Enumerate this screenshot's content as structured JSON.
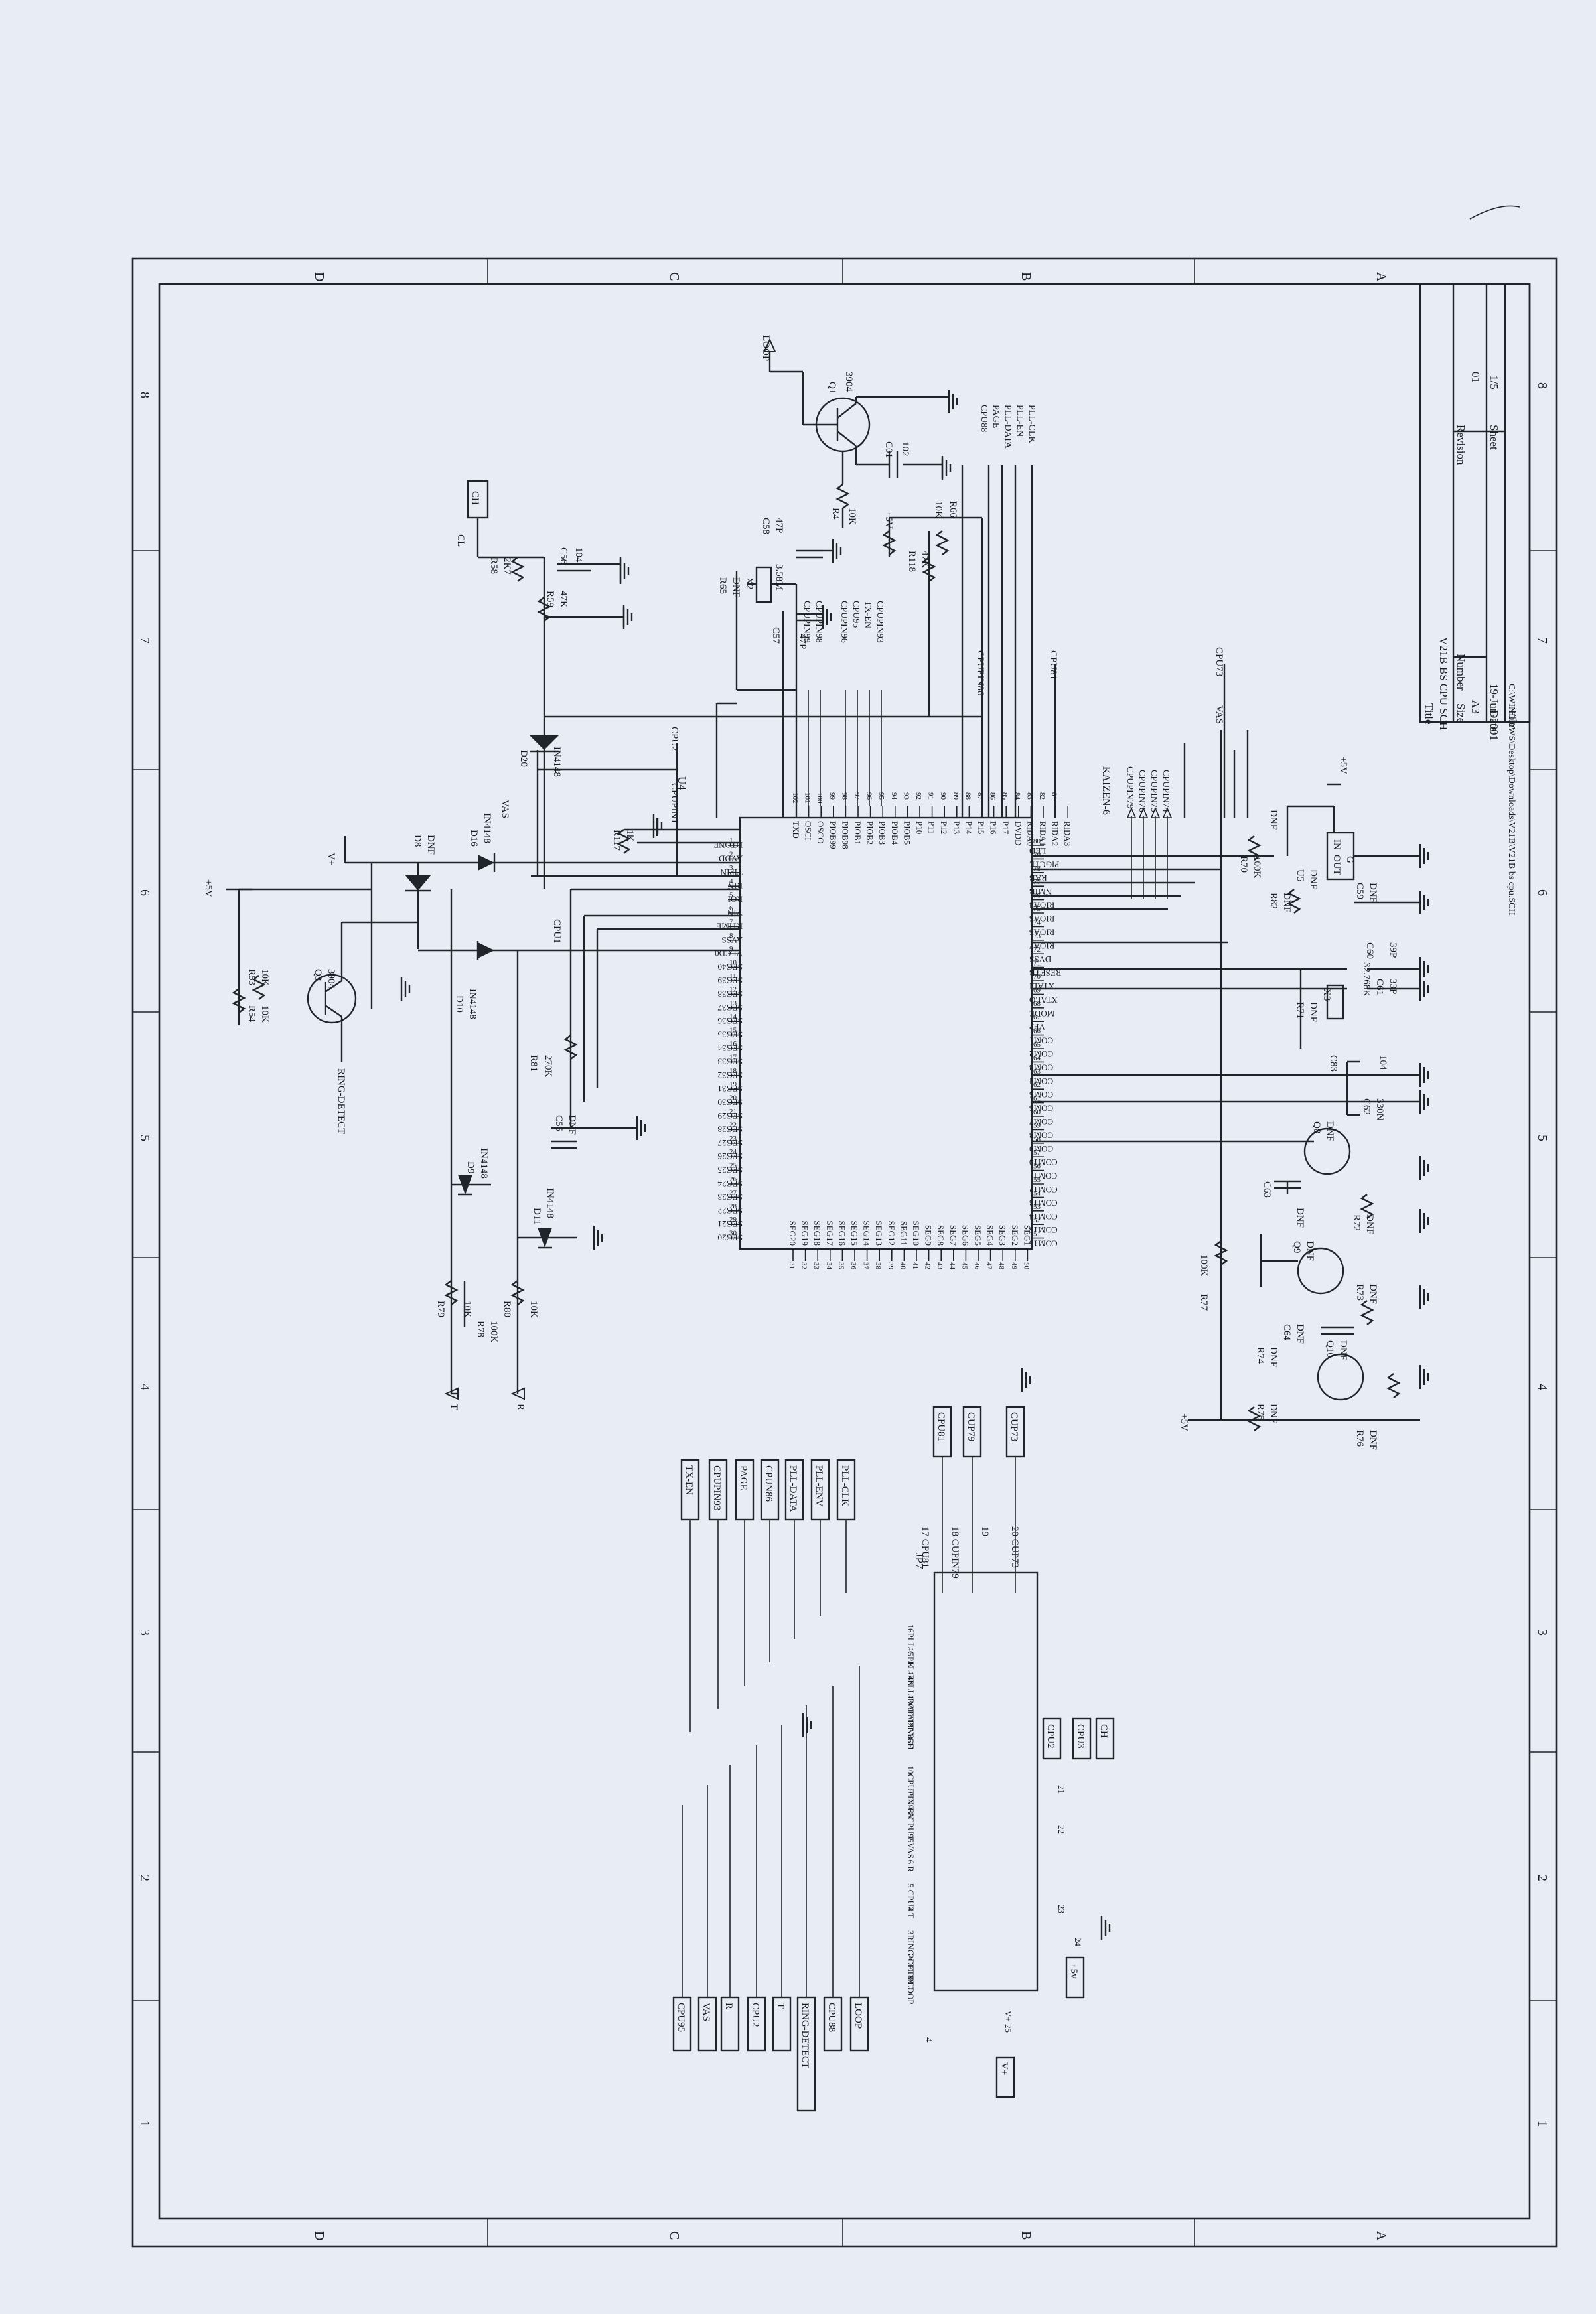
{
  "title_block": {
    "title_label": "Title",
    "title": "V21B BS CPU SCH",
    "size_label": "Size",
    "size": "A3",
    "number_label": "Number",
    "revision_label": "Revision",
    "revision": "01",
    "date_label": "Date:",
    "date": "19-Jun-2001",
    "sheet_label": "Sheet",
    "sheet": "1/5",
    "file_label": "File:",
    "file": "C:\\WINDOWS\\Desktop\\Downloads\\V21B\\V21B bs cpu.SCH"
  },
  "frame": {
    "columns": [
      "1",
      "2",
      "3",
      "4",
      "5",
      "6",
      "7",
      "8"
    ],
    "rows": [
      "D",
      "C",
      "B",
      "A"
    ]
  },
  "mcu": {
    "ref": "U4",
    "name": "KAIZEN-6",
    "left_pins": [
      {
        "n": "1",
        "name": "DTONE"
      },
      {
        "n": "2",
        "name": "AVDD"
      },
      {
        "n": "3",
        "name": "TIPIN"
      },
      {
        "n": "4",
        "name": "RIN"
      },
      {
        "n": "5",
        "name": "ROI"
      },
      {
        "n": "6",
        "name": "VIN"
      },
      {
        "n": "7",
        "name": "RTIME"
      },
      {
        "n": "8",
        "name": "AVSS"
      },
      {
        "n": "9",
        "name": "VLCD0"
      },
      {
        "n": "10",
        "name": "SEG40"
      },
      {
        "n": "11",
        "name": "SEG39"
      },
      {
        "n": "12",
        "name": "SEG38"
      },
      {
        "n": "13",
        "name": "SEG37"
      },
      {
        "n": "14",
        "name": "SEG36"
      },
      {
        "n": "15",
        "name": "SEG35"
      },
      {
        "n": "16",
        "name": "SEG34"
      },
      {
        "n": "17",
        "name": "SEG33"
      },
      {
        "n": "18",
        "name": "SEG32"
      },
      {
        "n": "19",
        "name": "SEG31"
      },
      {
        "n": "20",
        "name": "SEG30"
      },
      {
        "n": "21",
        "name": "SEG29"
      },
      {
        "n": "22",
        "name": "SEG28"
      },
      {
        "n": "23",
        "name": "SEG27"
      },
      {
        "n": "24",
        "name": "SEG26"
      },
      {
        "n": "25",
        "name": "SEG25"
      },
      {
        "n": "26",
        "name": "SEG24"
      },
      {
        "n": "27",
        "name": "SEG23"
      },
      {
        "n": "28",
        "name": "SEG22"
      },
      {
        "n": "29",
        "name": "SEG21"
      },
      {
        "n": "30",
        "name": "SEG20"
      }
    ],
    "top_pins": [
      {
        "n": "102",
        "name": "TXD"
      },
      {
        "n": "101",
        "name": "OSCI"
      },
      {
        "n": "100",
        "name": "OSCO"
      },
      {
        "n": "99",
        "name": "PIOB99"
      },
      {
        "n": "98",
        "name": "PIOB98"
      },
      {
        "n": "97",
        "name": "PIOB1"
      },
      {
        "n": "96",
        "name": "PIOB2"
      },
      {
        "n": "95",
        "name": "PIOB3"
      },
      {
        "n": "94",
        "name": "PIOB4"
      },
      {
        "n": "93",
        "name": "PIOB5"
      },
      {
        "n": "92",
        "name": "P10"
      },
      {
        "n": "91",
        "name": "P11"
      },
      {
        "n": "90",
        "name": "P12"
      },
      {
        "n": "89",
        "name": "P13"
      },
      {
        "n": "88",
        "name": "P14"
      },
      {
        "n": "87",
        "name": "P15"
      },
      {
        "n": "86",
        "name": "P16"
      },
      {
        "n": "85",
        "name": "P17"
      },
      {
        "n": "84",
        "name": "DVDD"
      },
      {
        "n": "83",
        "name": "RIDA0"
      },
      {
        "n": "82",
        "name": "RIDA1"
      },
      {
        "n": "81",
        "name": "RIDA2"
      },
      {
        "n": "",
        "name": "RIDA3"
      }
    ],
    "right_pins": [
      {
        "n": "80",
        "name": "LED"
      },
      {
        "n": "79",
        "name": "PIGCTL"
      },
      {
        "n": "78",
        "name": "RAB"
      },
      {
        "n": "77",
        "name": "NMIB"
      },
      {
        "n": "76",
        "name": "RIOA4"
      },
      {
        "n": "75",
        "name": "RIOA5"
      },
      {
        "n": "74",
        "name": "RIOA6"
      },
      {
        "n": "73",
        "name": "RIOA7"
      },
      {
        "n": "72",
        "name": "DVSS"
      },
      {
        "n": "71",
        "name": "RESETB"
      },
      {
        "n": "70",
        "name": "XTALI"
      },
      {
        "n": "69",
        "name": "XTALO"
      },
      {
        "n": "68",
        "name": "MODE"
      },
      {
        "n": "67",
        "name": "VPP"
      },
      {
        "n": "66",
        "name": "COM1"
      },
      {
        "n": "65",
        "name": "COM2"
      },
      {
        "n": "64",
        "name": "COM3"
      },
      {
        "n": "63",
        "name": "COM4"
      },
      {
        "n": "62",
        "name": "COM5"
      },
      {
        "n": "61",
        "name": "COM6"
      },
      {
        "n": "60",
        "name": "COM7"
      },
      {
        "n": "59",
        "name": "COM8"
      },
      {
        "n": "58",
        "name": "COM9"
      },
      {
        "n": "57",
        "name": "COM10"
      },
      {
        "n": "56",
        "name": "COM11"
      },
      {
        "n": "55",
        "name": "COM12"
      },
      {
        "n": "54",
        "name": "COM13"
      },
      {
        "n": "53",
        "name": "COM14"
      },
      {
        "n": "52",
        "name": "COM15"
      },
      {
        "n": "51",
        "name": "COM16"
      }
    ],
    "bottom_pins": [
      {
        "n": "31",
        "name": "SEG20"
      },
      {
        "n": "32",
        "name": "SEG19"
      },
      {
        "n": "33",
        "name": "SEG18"
      },
      {
        "n": "34",
        "name": "SEG17"
      },
      {
        "n": "35",
        "name": "SEG16"
      },
      {
        "n": "36",
        "name": "SEG15"
      },
      {
        "n": "37",
        "name": "SEG14"
      },
      {
        "n": "38",
        "name": "SEG13"
      },
      {
        "n": "39",
        "name": "SEG12"
      },
      {
        "n": "40",
        "name": "SEG11"
      },
      {
        "n": "41",
        "name": "SEG10"
      },
      {
        "n": "42",
        "name": "SEG9"
      },
      {
        "n": "43",
        "name": "SEG8"
      },
      {
        "n": "44",
        "name": "SEG7"
      },
      {
        "n": "45",
        "name": "SEG6"
      },
      {
        "n": "46",
        "name": "SEG5"
      },
      {
        "n": "47",
        "name": "SEG4"
      },
      {
        "n": "48",
        "name": "SEG3"
      },
      {
        "n": "49",
        "name": "SEG2"
      },
      {
        "n": "50",
        "name": "SEG1"
      }
    ],
    "top_nets": [
      "CPUPIN99",
      "CPUPIN98",
      "CPUPIN96",
      "CPU95",
      "TX-EN",
      "CPUPIN93",
      "CPUPIN86",
      "CPU81",
      "CPUPIN79",
      "CPUPIN76",
      "CPUPIN75",
      "CPUPIN74"
    ]
  },
  "connector": {
    "ref": "JP7",
    "left_pins": [
      "1LOOP",
      "2CPU88",
      "3RING-DETECT",
      "4 T",
      "5 CPU2",
      "6 R",
      "7 VAS",
      "8CPU95",
      "9TX-EN",
      "10CPUPIN93",
      "11",
      "12PAGE",
      "13CPUPIN86",
      "14PLL-DATA",
      "15PLL-EN",
      "16PLL-CLK"
    ],
    "right_labels": [
      "17 CPU81",
      "18 CUPIN79",
      "19",
      "20 CUP73"
    ],
    "bottom_pins": [
      "21",
      "22",
      "23",
      "24",
      "V+ 25"
    ],
    "bottom_nets": [
      "CPU2",
      "CPU3",
      "CH",
      "+5v",
      "V+"
    ],
    "nets_top": [
      "TX-EN",
      "CPUPIN93",
      "PAGE",
      "CPUN86",
      "PLL-DATA",
      "PLL-ENV",
      "PLL-CLK",
      "CPU81",
      "CUP79",
      "CUP73"
    ],
    "nets_bottom": [
      "CPU95",
      "VAS",
      "R",
      "CPU2",
      "T",
      "RING-DETECT",
      "CPU88",
      "LOOP"
    ]
  },
  "labels": {
    "loop": "LOOP",
    "q1": "Q1",
    "q1_part": "3904",
    "c01": "C01",
    "c01_val": "102",
    "r4": "R4",
    "r4_val": "10K",
    "vcc5": "+5V",
    "r118": "R118",
    "r118_val": "47K",
    "r666": "10K",
    "r666_val": "R66",
    "page_nets": [
      "CPU88",
      "PAGE",
      "PLL-DATA",
      "PLL-EN",
      "PLL-CLK"
    ],
    "cpupin86": "CPUPIN86",
    "cpu81": "CPU81",
    "cpu73": "CPU73",
    "vas": "VAS",
    "r65": "R65",
    "r65_val": "DNF",
    "x2": "X2",
    "x2_val": "3.58M",
    "c58": "C58",
    "c58_val": "47P",
    "c57": "C57",
    "c57_val": "47P",
    "ch": "CH",
    "cl": "CL",
    "r58": "R58",
    "r58_val": "2K7",
    "c56": "C56",
    "c56_val": "104",
    "r59": "R59",
    "r59_val": "47K",
    "d20": "D20",
    "d20_part": "IN4148",
    "cpu2": "CPU2",
    "cpupin1": "CPUPIN1",
    "r117": "R117",
    "r117_val": "1K",
    "vplus": "V+",
    "d8": "D8",
    "d8_val": "DNF",
    "d16": "D16",
    "d16_part": "IN4148",
    "cpu1": "CPU1",
    "d10": "D10",
    "d10_part": "IN4148",
    "q3": "Q3",
    "q3_part": "3904",
    "r53": "R53",
    "r53_val": "10K",
    "r54": "R54",
    "r54_val": "10K",
    "ring_detect": "RING-DETECT",
    "r81": "R81",
    "r81_val": "270K",
    "c55": "C55",
    "c55_val": "DNF",
    "d9": "D9",
    "d9_part": "IN4148",
    "d11": "D11",
    "d11_part": "IN4148",
    "r79": "R79",
    "r79_val": "10K",
    "r78": "R78",
    "r78_val": "100K",
    "r80": "R80",
    "r80_val": "10K",
    "t": "T",
    "r": "R",
    "u5": "U5",
    "u5_val": "DNF",
    "u5_in": "IN",
    "u5_out": "OUT",
    "u5_g": "G",
    "c59": "C59",
    "c59_val": "DNF",
    "r70": "R70",
    "r70_val": "100K",
    "r82": "R82",
    "r82_val": "DNF",
    "r71": "R71",
    "r71_val": "DNF",
    "x3": "X3",
    "x3_val": "32.768K",
    "c60": "C60",
    "c60_val": "39P",
    "c61": "C61",
    "c61_val": "33P",
    "c83": "C83",
    "c83_val": "104",
    "c62": "C62",
    "c62_val": "330N",
    "q8": "Q8",
    "q8_val": "DNF",
    "c63": "C63",
    "c63_val": "DNF",
    "r72": "R72",
    "r72_val": "DNF",
    "r77": "R77",
    "r77_val": "100K",
    "q9": "Q9",
    "q9_val": "DNF",
    "r73": "R73",
    "r73_val": "DNF",
    "c64": "C64",
    "c64_val": "DNF",
    "r74": "R74",
    "r74_val": "DNF",
    "q10": "Q10",
    "q10_val": "DNF",
    "r75": "R75",
    "r75_val": "DNF",
    "r76": "R76",
    "r76_val": "DNF",
    "dnf": "DNF",
    "cpupin76_79": [
      "CPUPIN79",
      "CPUPIN76",
      "CPUPIN75",
      "CPUPIN74"
    ],
    "dot": "4"
  },
  "colors": {
    "paper": "#e8ecf5",
    "ink": "#22242c"
  }
}
